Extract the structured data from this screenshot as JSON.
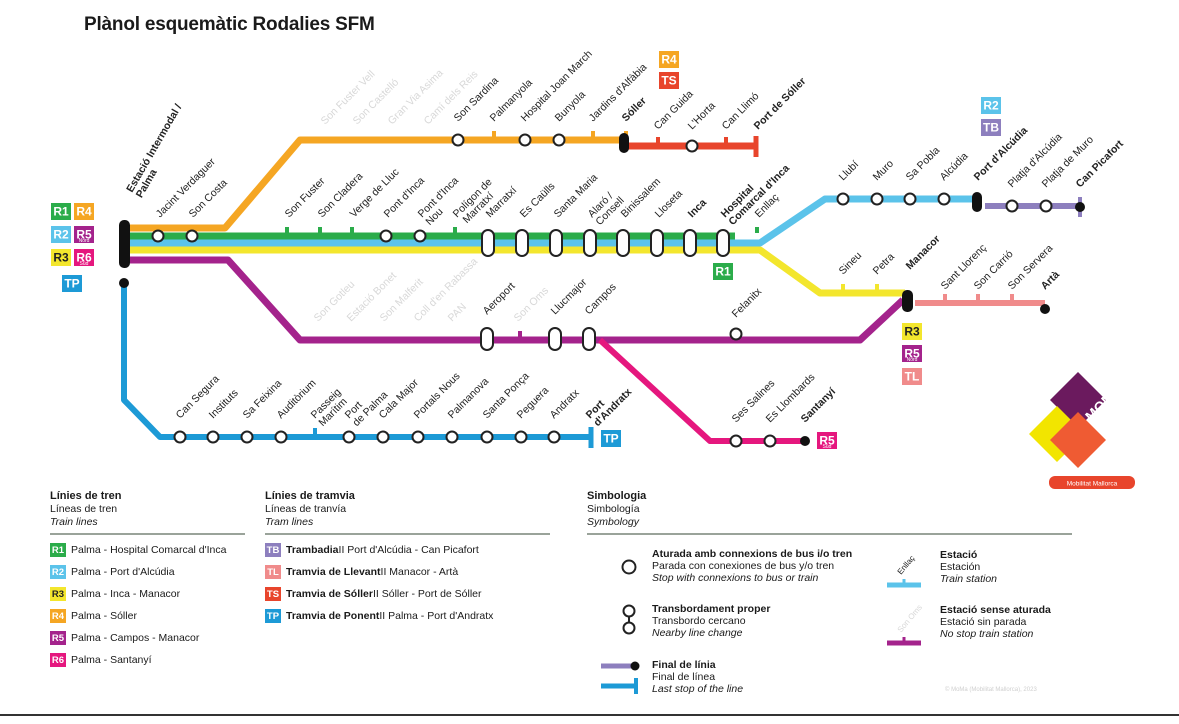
{
  "title": "Plànol esquemàtic Rodalies SFM",
  "colors": {
    "r1": "#2bac4a",
    "r2": "#5bc3ea",
    "r3": "#f3e62d",
    "r4": "#f5a623",
    "r5": "#a4238c",
    "r6": "#e5177e",
    "tb": "#8d7fbe",
    "tl": "#f08b8b",
    "ts": "#e8452c",
    "tp": "#1d9ad6",
    "ghost": "#dedede"
  },
  "hub": {
    "label": "Estació Intermodal / Palma"
  },
  "badges": {
    "hub": [
      {
        "code": "R1",
        "color": "#2bac4a"
      },
      {
        "code": "R4",
        "color": "#f5a623"
      },
      {
        "code": "R2",
        "color": "#5bc3ea"
      },
      {
        "code": "R5",
        "color": "#a4238c",
        "sub": "Nord"
      },
      {
        "code": "R3",
        "color": "#f3e62d",
        "dark": true
      },
      {
        "code": "R6",
        "color": "#e5177e",
        "sub": "Sud"
      },
      {
        "code": "TP",
        "color": "#1d9ad6"
      }
    ],
    "soller": [
      {
        "code": "R4",
        "color": "#f5a623"
      },
      {
        "code": "TS",
        "color": "#e8452c"
      }
    ],
    "alcudia": [
      {
        "code": "R2",
        "color": "#5bc3ea"
      },
      {
        "code": "TB",
        "color": "#8d7fbe"
      }
    ],
    "inca": {
      "code": "R1",
      "color": "#2bac4a"
    },
    "manacor": [
      {
        "code": "R3",
        "color": "#f3e62d",
        "dark": true
      },
      {
        "code": "R5",
        "color": "#a4238c",
        "sub": "Nord"
      },
      {
        "code": "TL",
        "color": "#f08b8b"
      }
    ],
    "santanyi": {
      "code": "R5",
      "color": "#e5177e",
      "sub": "Sud"
    },
    "andratx": {
      "code": "TP",
      "color": "#1d9ad6"
    }
  },
  "stations": {
    "main": [
      "Jacint Verdaguer",
      "Son Costa"
    ],
    "inca_line": [
      "Son Fuster",
      "Son Cladera",
      "Verge de Lluc",
      "Pont d'Inca",
      "Pont d'Inca Nou",
      "Polígon de Marratxí",
      "Marratxí",
      "Es Caülls",
      "Santa Maria",
      "Alaró / Consell",
      "Binissalem",
      "Lloseta",
      "Inca",
      "Hospital Comarcal d'Inca",
      "Enllaç"
    ],
    "soller_ghost": [
      "Son Fuster Vell",
      "Son Castelló",
      "Gran Via Asima",
      "Camí dels Reis"
    ],
    "soller_line": [
      "Son Sardina",
      "Palmanyola",
      "Hospital Joan March",
      "Bunyola",
      "Jardins d'Alfàbia",
      "Sóller"
    ],
    "tram_soller": [
      "Can Guida",
      "L'Horta",
      "Can Llimó",
      "Port de Sóller"
    ],
    "alcudia_line": [
      "Llubí",
      "Muro",
      "Sa Pobla",
      "Alcúdia",
      "Port d'Alcúdia"
    ],
    "tram_badia": [
      "Platja d'Alcúdia",
      "Platja de Muro",
      "Can Picafort"
    ],
    "manacor_line": [
      "Sineu",
      "Petra",
      "Manacor"
    ],
    "tram_llevant": [
      "Sant Llorenç",
      "Son Carrió",
      "Son Servera",
      "Artà"
    ],
    "r5_ghost": [
      "Son Gotleu",
      "Estació Bonet",
      "Son Malferit",
      "Coll d'en Rabassa",
      "PAN"
    ],
    "r5_line": [
      "Aeroport",
      "Llucmajor",
      "Campos",
      "Felanitx"
    ],
    "r5_ghost2": "Son Oms",
    "r6_line": [
      "Ses Salines",
      "Es Llombards",
      "Santanyí"
    ],
    "tram_ponent": [
      "Can Segura",
      "Instituts",
      "Sa Feixina",
      "Auditòrium",
      "Passeig Marítim",
      "Port de Palma",
      "Cala Major",
      "Portals Nous",
      "Palmanova",
      "Santa Ponça",
      "Peguera",
      "Andratx",
      "Port d'Andratx"
    ]
  },
  "legend": {
    "train": {
      "title": "Línies de tren",
      "subtitle": "Líneas de tren",
      "english": "Train lines",
      "items": [
        {
          "code": "R1",
          "color": "#2bac4a",
          "text": "Palma - Hospital Comarcal d'Inca"
        },
        {
          "code": "R2",
          "color": "#5bc3ea",
          "text": "Palma - Port d'Alcúdia"
        },
        {
          "code": "R3",
          "color": "#f3e62d",
          "dark": true,
          "text": "Palma - Inca - Manacor"
        },
        {
          "code": "R4",
          "color": "#f5a623",
          "text": "Palma - Sóller"
        },
        {
          "code": "R5",
          "color": "#a4238c",
          "text": "Palma - Campos - Manacor"
        },
        {
          "code": "R6",
          "color": "#e5177e",
          "text": "Palma - Santanyí"
        }
      ]
    },
    "tram": {
      "title": "Línies de tramvia",
      "subtitle": "Líneas de tranvía",
      "english": "Tram lines",
      "items": [
        {
          "code": "TB",
          "color": "#8d7fbe",
          "name": "Trambadia",
          "route": " II Port d'Alcúdia - Can Picafort"
        },
        {
          "code": "TL",
          "color": "#f08b8b",
          "name": "Tramvia de Llevant",
          "route": " II Manacor - Artà"
        },
        {
          "code": "TS",
          "color": "#e8452c",
          "name": "Tramvia de Sóller",
          "route": " II Sóller - Port de Sóller"
        },
        {
          "code": "TP",
          "color": "#1d9ad6",
          "name": "Tramvia de Ponent",
          "route": " II Palma - Port d'Andratx"
        }
      ]
    },
    "symbology": {
      "title": "Simbologia",
      "subtitle": "Simbología",
      "english": "Symbology",
      "items": [
        {
          "ca": "Aturada amb connexions de bus i/o tren",
          "es": "Parada con conexiones de bus y/o tren",
          "en": "Stop with connexions to bus or train"
        },
        {
          "ca": "Transbordament proper",
          "es": "Transbordo cercano",
          "en": "Nearby line change"
        },
        {
          "ca": "Final de línia",
          "es": "Final de línea",
          "en": "Last stop of the line"
        },
        {
          "ca": "Estació",
          "es": "Estación",
          "en": "Train station",
          "sample": "Enllaç"
        },
        {
          "ca": "Estació sense aturada",
          "es": "Estació sin parada",
          "en": "No stop train station",
          "sample": "Son Oms"
        }
      ]
    }
  },
  "logo": {
    "text": "MOMA",
    "caption": "Mobilitat Mallorca"
  },
  "copyright": "© MoMa (Mobilitat Mallorca), 2023"
}
